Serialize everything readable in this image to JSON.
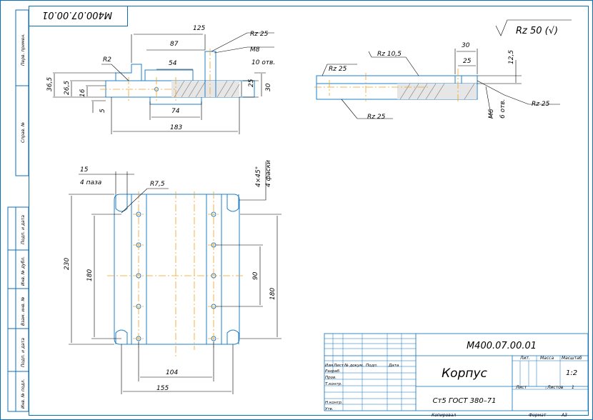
{
  "drawing_code_top": "M400.07.00.01",
  "roughness_general": "Rz 50 (√)",
  "left_stamp_labels": [
    "Перв. примен.",
    "Справ. №",
    "Подп. и дата",
    "Инв. № дубл.",
    "Взам. инв. №",
    "Подп. и дата",
    "Инв. № подл."
  ],
  "section_view": {
    "dims": [
      "125",
      "87",
      "54",
      "74",
      "183",
      "36,5",
      "26,5",
      "16",
      "5",
      "25",
      "30"
    ],
    "labels": {
      "r2": "R2",
      "rz_top": "Rz 25",
      "m8": "M8",
      "holes": "10 отв."
    }
  },
  "side_view": {
    "dims": [
      "30",
      "25",
      "12,5"
    ],
    "labels": {
      "rz_main": "Rz 10,5",
      "rz_left": "Rz 25",
      "rz_bottom": "Rz 25",
      "rz_right": "Rz 25",
      "m6": "M6",
      "holes": "6 отв."
    }
  },
  "plan_view": {
    "dims": [
      "230",
      "180",
      "90",
      "180",
      "104",
      "155"
    ],
    "labels": {
      "slot_w": "15",
      "slots": "4 паза",
      "r75": "R7,5",
      "chamfer": "4×45°",
      "chamfers": "4 фаски"
    }
  },
  "title_block": {
    "designation": "M400.07.00.01",
    "name": "Корпус",
    "material": "Ст5 ГОСТ 380–71",
    "col_headers": [
      "Изм",
      "Лист",
      "№ докум.",
      "Подп.",
      "Дата"
    ],
    "row_labels": [
      "Разраб.",
      "Пров.",
      "Т.контр.",
      "Н.контр.",
      "Утв."
    ],
    "lit_label": "Лит.",
    "mass_label": "Масса",
    "scale_label": "Масштаб",
    "scale_value": "1:2",
    "sheet_label": "Лист",
    "sheets_label": "Листов",
    "sheets_value": "1",
    "copied_label": "Копировал",
    "format_label": "Формат",
    "format_value": "A3"
  }
}
